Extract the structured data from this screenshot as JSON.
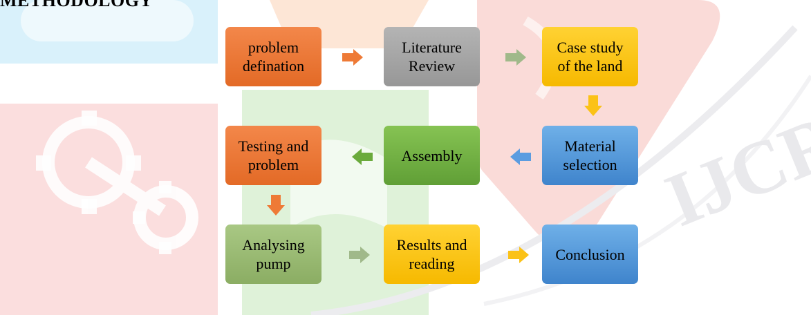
{
  "heading": "METHODOLOGY",
  "watermark": {
    "text": "IJCRT",
    "colors": {
      "blue_shape": "#d9f1fb",
      "red_shape": "#fbdede",
      "green_shape": "#dff2d9",
      "orange_shape": "#fde6d6",
      "red_big": "#fadbd8",
      "text": "#e9e9ec"
    }
  },
  "steps": [
    {
      "id": "problem-defination",
      "label": "problem\ndefination",
      "color": "orange"
    },
    {
      "id": "literature-review",
      "label": "Literature\nReview",
      "color": "gray"
    },
    {
      "id": "case-study",
      "label": "Case study\nof the land",
      "color": "yellow"
    },
    {
      "id": "material-selection",
      "label": "Material\nselection",
      "color": "blue"
    },
    {
      "id": "assembly",
      "label": "Assembly",
      "color": "green"
    },
    {
      "id": "testing",
      "label": "Testing and\nproblem",
      "color": "orange"
    },
    {
      "id": "analysing-pump",
      "label": "Analysing\npump",
      "color": "olive"
    },
    {
      "id": "results",
      "label": "Results and\nreading",
      "color": "yellow"
    },
    {
      "id": "conclusion",
      "label": "Conclusion",
      "color": "blue"
    }
  ],
  "arrow_colors": {
    "orange": "#ee7a36",
    "gray": "#a0b98a",
    "yellow": "#fbc217",
    "blue": "#5b9ce0",
    "green": "#6aaa3c",
    "olive": "#a0b98a"
  }
}
